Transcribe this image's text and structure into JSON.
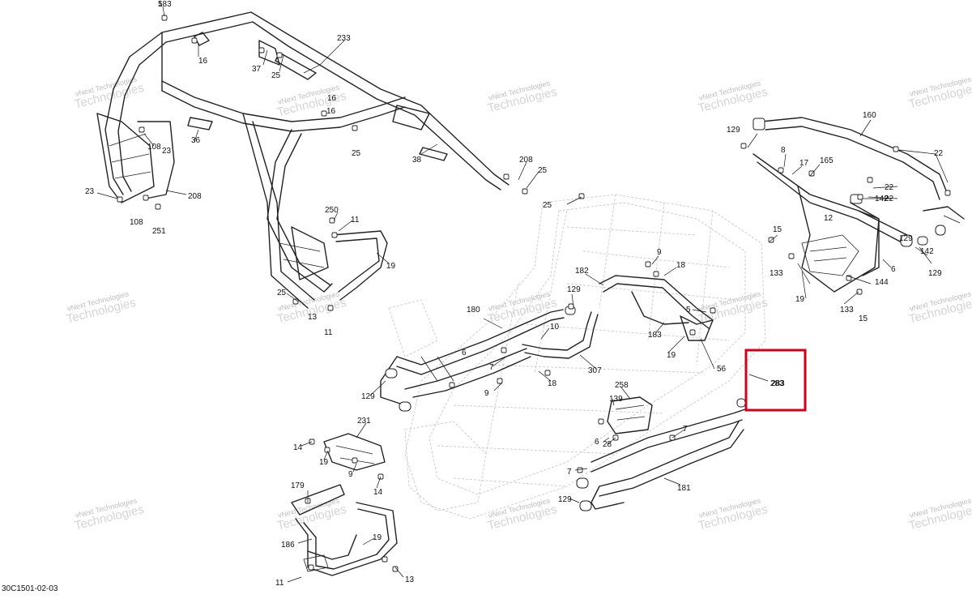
{
  "diagram_code": "30C1501-02-03",
  "highlight_callout": "283",
  "highlight_color": "#d0021b",
  "watermark": {
    "line1": "vNext Technologies",
    "line2": "Technologies"
  },
  "callouts": [
    "5",
    "16",
    "233",
    "37",
    "25",
    "16",
    "16",
    "25",
    "36",
    "108",
    "23",
    "38",
    "208",
    "25",
    "25",
    "250",
    "11",
    "19",
    "208",
    "23",
    "108",
    "251",
    "25",
    "13",
    "11",
    "129",
    "160",
    "22",
    "8",
    "17",
    "165",
    "22",
    "22",
    "142",
    "15",
    "12",
    "142",
    "6",
    "133",
    "144",
    "129",
    "19",
    "133",
    "15",
    "129",
    "182",
    "9",
    "18",
    "180",
    "5",
    "129",
    "10",
    "183",
    "6",
    "19",
    "7",
    "307",
    "18",
    "56",
    "9",
    "129",
    "283",
    "258",
    "139",
    "7",
    "6",
    "28",
    "231",
    "14",
    "19",
    "9",
    "14",
    "7",
    "129",
    "181",
    "179",
    "186",
    "19",
    "11",
    "13",
    "183"
  ]
}
